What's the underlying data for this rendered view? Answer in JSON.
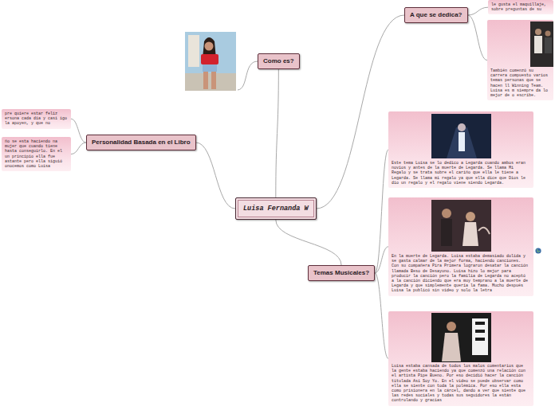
{
  "diagram": {
    "nodes": [
      {
        "text": [
          "Luisa Fernanda W"
        ]
      },
      {
        "text": [
          "A que se dedica?"
        ]
      },
      {
        "text": [
          "le gusta el maquillaje, sobre preguntas de su"
        ]
      },
      {
        "text": [
          "También comenzó su carrera compuesto varios temas personas que se hacen ll Winning Team. Luisa es m siempre da lo mejor de o escribe."
        ]
      },
      {
        "text": [
          "Como es?"
        ]
      },
      {
        "text": [
          "Personalidad Basada en el Libro"
        ]
      },
      {
        "text": [
          "pre quiere estar feliz ersona cada día y casi igo la apoyen, y que no"
        ]
      },
      {
        "text": [
          "ño se esta haciendo na mujer que cuando tiene hasta conseguirlo. En el un principio ella fue astante pero ella siguió onocemos como Luisa"
        ]
      },
      {
        "text": [
          "Temas Musicales?"
        ]
      },
      {
        "text": [
          "Este tema Luisa se lo dedico a Legarda cuando ambos eran novios y antes de la muerte de Legarda. Se llama Mi Regalo y se trata sobre el cariño que ella le tiene a Legarda. Se llama mi regalo ya que ella dice que Dios le dio un regalo y el regalo viene siendo Legarda."
        ]
      },
      {
        "text": [
          "En la muerte de Legarda. Luisa estaba demasiado dolida y se gasta calmar de la mejor forma, haciendo canciones. Con su compañera Pira Primera lograron desatar la canción llamada Beso de Desayuno. Luisa hizo lo mejor para producir la canción pero la familia de Legarda no aceptó a la canción diciendo que era muy temprano a la muerte de Legarda y que simplemente quería la fama. Mucho después Luisa la publicó sin video y solo la letra"
        ]
      },
      {
        "text": [
          "Luisa estaba cansada de todos los malos comentarios que la gente estaba haciendo ya que comenzó una relación con el artista Pipe Bueno. Por eso decidió hacer la canción titulada Así Soy Yo. En el video se puede observar como ella se siente con toda la polémica. Por eso ella esta como prisionera en la cárcel, dando a ver que siente que las redes sociales y todas sus seguidores la están controlando y gracias"
        ]
      }
    ],
    "edges": [
      {
        "from": 0,
        "to": 1,
        "arrow": "none"
      },
      {
        "from": 1,
        "to": 2,
        "arrow": "none"
      },
      {
        "from": 1,
        "to": 3,
        "arrow": "none"
      },
      {
        "from": 0,
        "to": 4,
        "arrow": "none"
      },
      {
        "from": 0,
        "to": 5,
        "arrow": "none"
      },
      {
        "from": 5,
        "to": 6,
        "arrow": "none"
      },
      {
        "from": 5,
        "to": 7,
        "arrow": "none"
      },
      {
        "from": 0,
        "to": 8,
        "arrow": "none"
      },
      {
        "from": 8,
        "to": 9,
        "arrow": "none"
      },
      {
        "from": 8,
        "to": 10,
        "arrow": "none"
      },
      {
        "from": 8,
        "to": 11,
        "arrow": "none"
      }
    ]
  }
}
